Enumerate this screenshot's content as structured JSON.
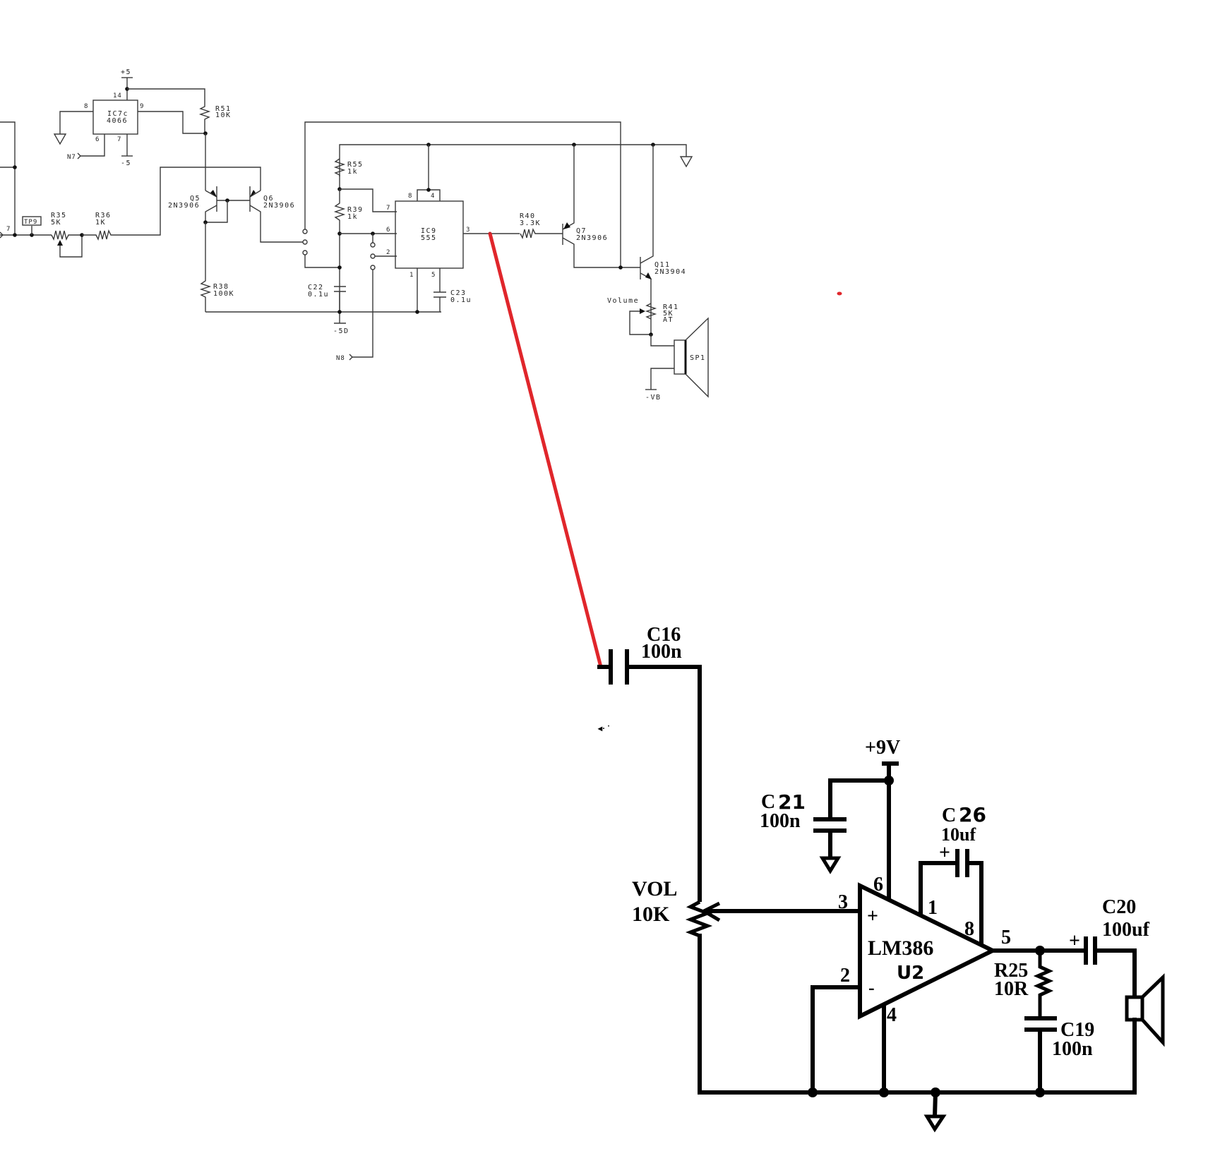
{
  "top_circuit": {
    "supply_plus5": "+5",
    "supply_minus5": "-5",
    "supply_minus5d": "-5D",
    "supply_minus_vb": "-VB",
    "ic7c": {
      "ref": "IC7c",
      "part": "4066",
      "pins": [
        "14",
        "8",
        "9",
        "6",
        "7"
      ]
    },
    "net_n7": "N7",
    "net_n8": "N8",
    "tp9": "TP9",
    "pin7_label": "7",
    "r35": {
      "ref": "R35",
      "value": "5K"
    },
    "r36": {
      "ref": "R36",
      "value": "1K"
    },
    "r51": {
      "ref": "R51",
      "value": "10K"
    },
    "r38": {
      "ref": "R38",
      "value": "100K"
    },
    "q5": {
      "ref": "Q5",
      "part": "2N3906"
    },
    "q6": {
      "ref": "Q6",
      "part": "2N3906"
    },
    "r55": {
      "ref": "R55",
      "value": "1k"
    },
    "r39": {
      "ref": "R39",
      "value": "1k"
    },
    "c22": {
      "ref": "C22",
      "value": "0.1u"
    },
    "c23": {
      "ref": "C23",
      "value": "0.1u"
    },
    "ic9": {
      "ref": "IC9",
      "part": "555",
      "pins": [
        "8",
        "4",
        "7",
        "6",
        "2",
        "1",
        "5",
        "3"
      ]
    },
    "r40": {
      "ref": "R40",
      "value": "3.3K"
    },
    "q7": {
      "ref": "Q7",
      "part": "2N3906"
    },
    "q11": {
      "ref": "Q11",
      "part": "2N3904"
    },
    "volume_label": "Volume",
    "r41": {
      "ref": "R41",
      "value": "5K",
      "taper": "AT"
    },
    "sp1": "SP1"
  },
  "bottom_circuit": {
    "c16": {
      "ref": "C16",
      "value": "100n"
    },
    "supply": "+9V",
    "c21": {
      "ref_prefix": "C",
      "ref_num": "21",
      "value": "100n"
    },
    "c26": {
      "ref_prefix": "C",
      "ref_num": "26",
      "value": "10uf",
      "polarity": "+"
    },
    "vol": {
      "ref": "VOL",
      "value": "10K"
    },
    "u2": {
      "part": "LM386",
      "ref": "U2",
      "plus": "+",
      "minus": "-",
      "pins": {
        "p3": "3",
        "p2": "2",
        "p6": "6",
        "p1": "1",
        "p8": "8",
        "p4": "4",
        "p5": "5"
      }
    },
    "r25": {
      "ref": "R25",
      "value": "10R"
    },
    "c19": {
      "ref": "C19",
      "value": "100n"
    },
    "c20": {
      "ref": "C20",
      "value": "100uf",
      "polarity": "+"
    }
  },
  "annotation": {
    "color": "#e0262b"
  }
}
